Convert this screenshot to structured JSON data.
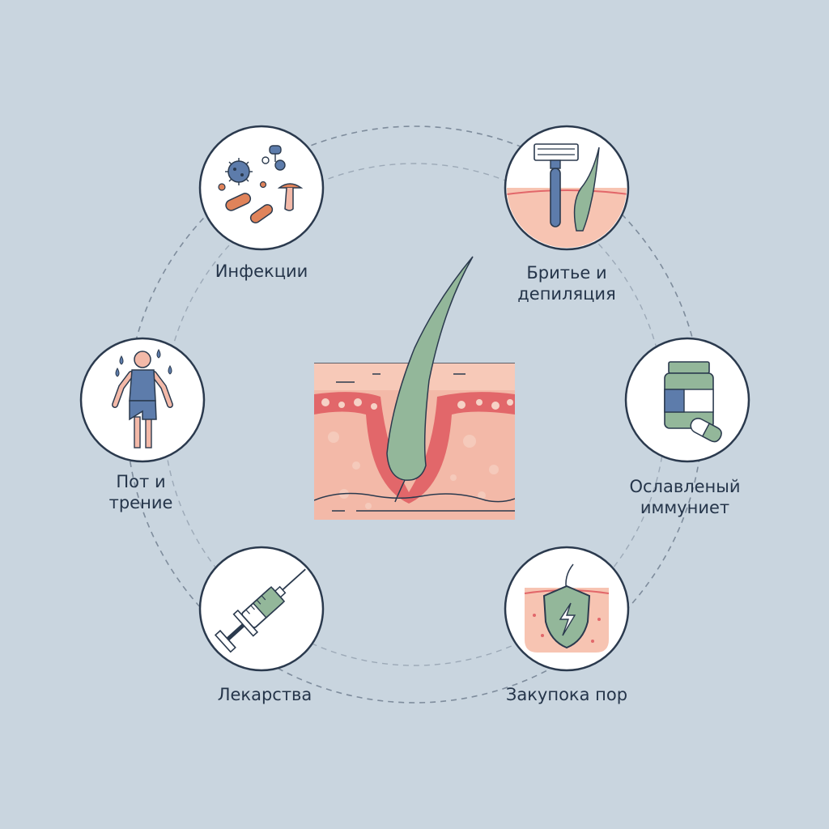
{
  "colors": {
    "background": "#c9d5df",
    "outline": "#2b3a4e",
    "skin": "#f3b9a8",
    "skin_red": "#e2676a",
    "hair_green": "#93b79a",
    "accent_blue": "#5d7cab"
  },
  "diagram": {
    "nodes": [
      {
        "id": "infections",
        "label": "Инфекции",
        "icon": "microbes-icon"
      },
      {
        "id": "shaving",
        "label": "Бритье и\nдепиляция",
        "icon": "razor-icon"
      },
      {
        "id": "immunity",
        "label": "Ославленый\nиммуниет",
        "icon": "pill-bottle-icon"
      },
      {
        "id": "pores",
        "label": "Закупока пор",
        "icon": "shield-icon"
      },
      {
        "id": "medication",
        "label": "Лекарства",
        "icon": "syringe-icon"
      },
      {
        "id": "sweat",
        "label": "Пот и\nтрение",
        "icon": "sweating-person-icon"
      }
    ],
    "center_icon": "hair-follicle-icon"
  }
}
